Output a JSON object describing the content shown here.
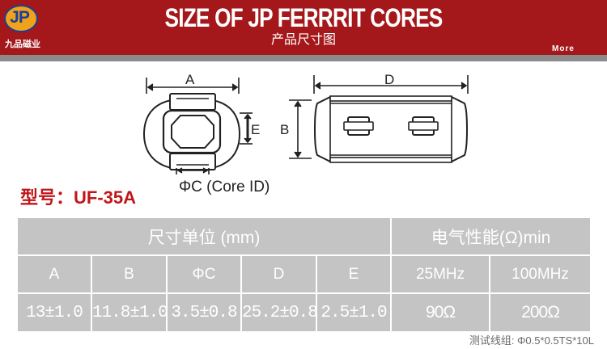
{
  "header": {
    "logo_text": "JP",
    "logo_caption": "九品磁业",
    "title": "SIZE OF JP FERRRIT CORES",
    "subtitle": "产品尺寸图",
    "more_label": "More"
  },
  "drawing": {
    "label_a": "A",
    "label_e": "E",
    "label_b": "B",
    "label_d": "D",
    "label_core_id": "ΦC (Core ID)"
  },
  "model": {
    "prefix": "型号：",
    "value": "UF-35A"
  },
  "table": {
    "group_size_label": "尺寸单位 (mm)",
    "group_imp_label": "电气性能(Ω)min",
    "columns": [
      "A",
      "B",
      "ΦC",
      "D",
      "E",
      "25MHz",
      "100MHz"
    ],
    "values": [
      "13±1.0",
      "11.8±1.0",
      "3.5±0.8",
      "25.2±0.8",
      "2.5±1.0",
      "90Ω",
      "200Ω"
    ]
  },
  "footer": {
    "test_label": "测试线组:",
    "test_value": "Φ0.5*0.5TS*10L"
  }
}
